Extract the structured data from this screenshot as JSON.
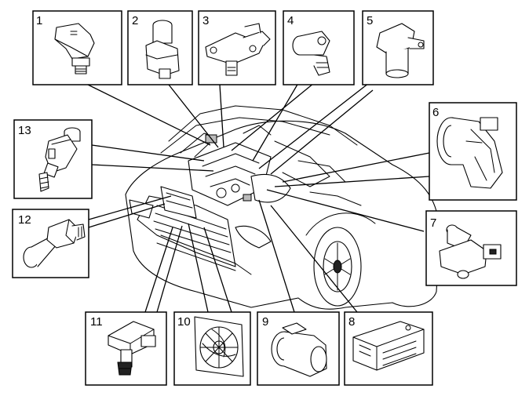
{
  "callouts": [
    {
      "id": 1,
      "label": "1",
      "part_icon": "cam-position-sensor-icon"
    },
    {
      "id": 2,
      "label": "2",
      "part_icon": "solenoid-valve-icon"
    },
    {
      "id": 3,
      "label": "3",
      "part_icon": "pressure-sensor-icon"
    },
    {
      "id": 4,
      "label": "4",
      "part_icon": "knock-sensor-icon"
    },
    {
      "id": 5,
      "label": "5",
      "part_icon": "crank-position-sensor-icon"
    },
    {
      "id": 6,
      "label": "6",
      "part_icon": "throttle-body-icon"
    },
    {
      "id": 7,
      "label": "7",
      "part_icon": "water-valve-icon"
    },
    {
      "id": 8,
      "label": "8",
      "part_icon": "engine-control-module-icon"
    },
    {
      "id": 9,
      "label": "9",
      "part_icon": "mass-air-flow-sensor-icon"
    },
    {
      "id": 10,
      "label": "10",
      "part_icon": "radiator-fan-icon"
    },
    {
      "id": 11,
      "label": "11",
      "part_icon": "temperature-sensor-icon"
    },
    {
      "id": 12,
      "label": "12",
      "part_icon": "coolant-temp-sensor-icon"
    },
    {
      "id": 13,
      "label": "13",
      "part_icon": "fuel-injector-icon"
    }
  ],
  "center_illustration": "car-engine-bay-icon"
}
